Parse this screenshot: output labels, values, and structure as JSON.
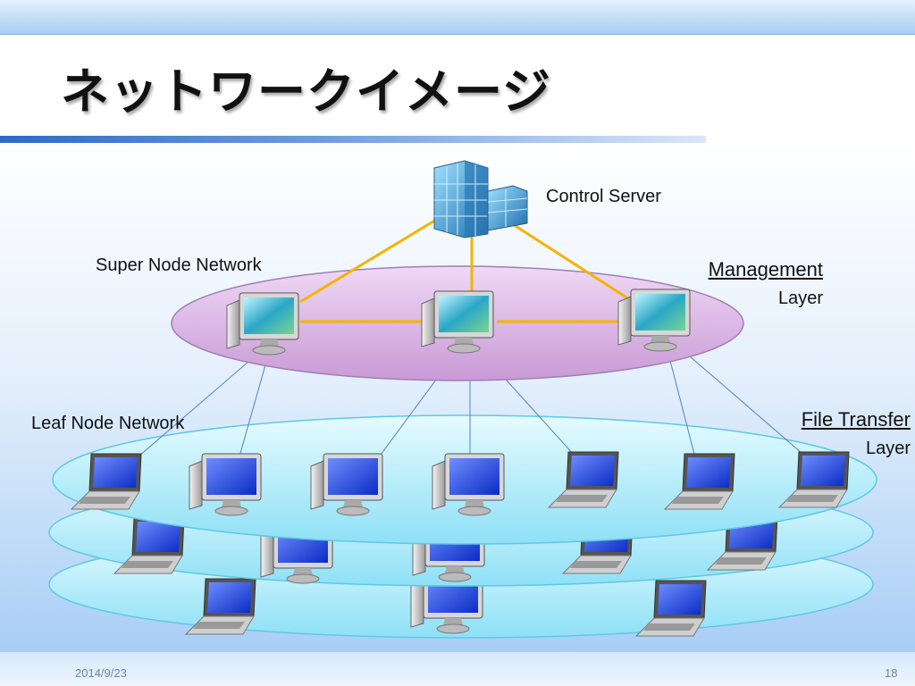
{
  "slide": {
    "title": "ネットワークイメージ",
    "date": "2014/9/23",
    "page": "18"
  },
  "diagram": {
    "control_server": "Control Server",
    "super_node_network": "Super Node Network",
    "management_heading": "Management",
    "management_sub": "Layer",
    "leaf_node_network": "Leaf Node Network",
    "file_transfer_heading": "File Transfer",
    "file_transfer_sub": "Layer"
  }
}
